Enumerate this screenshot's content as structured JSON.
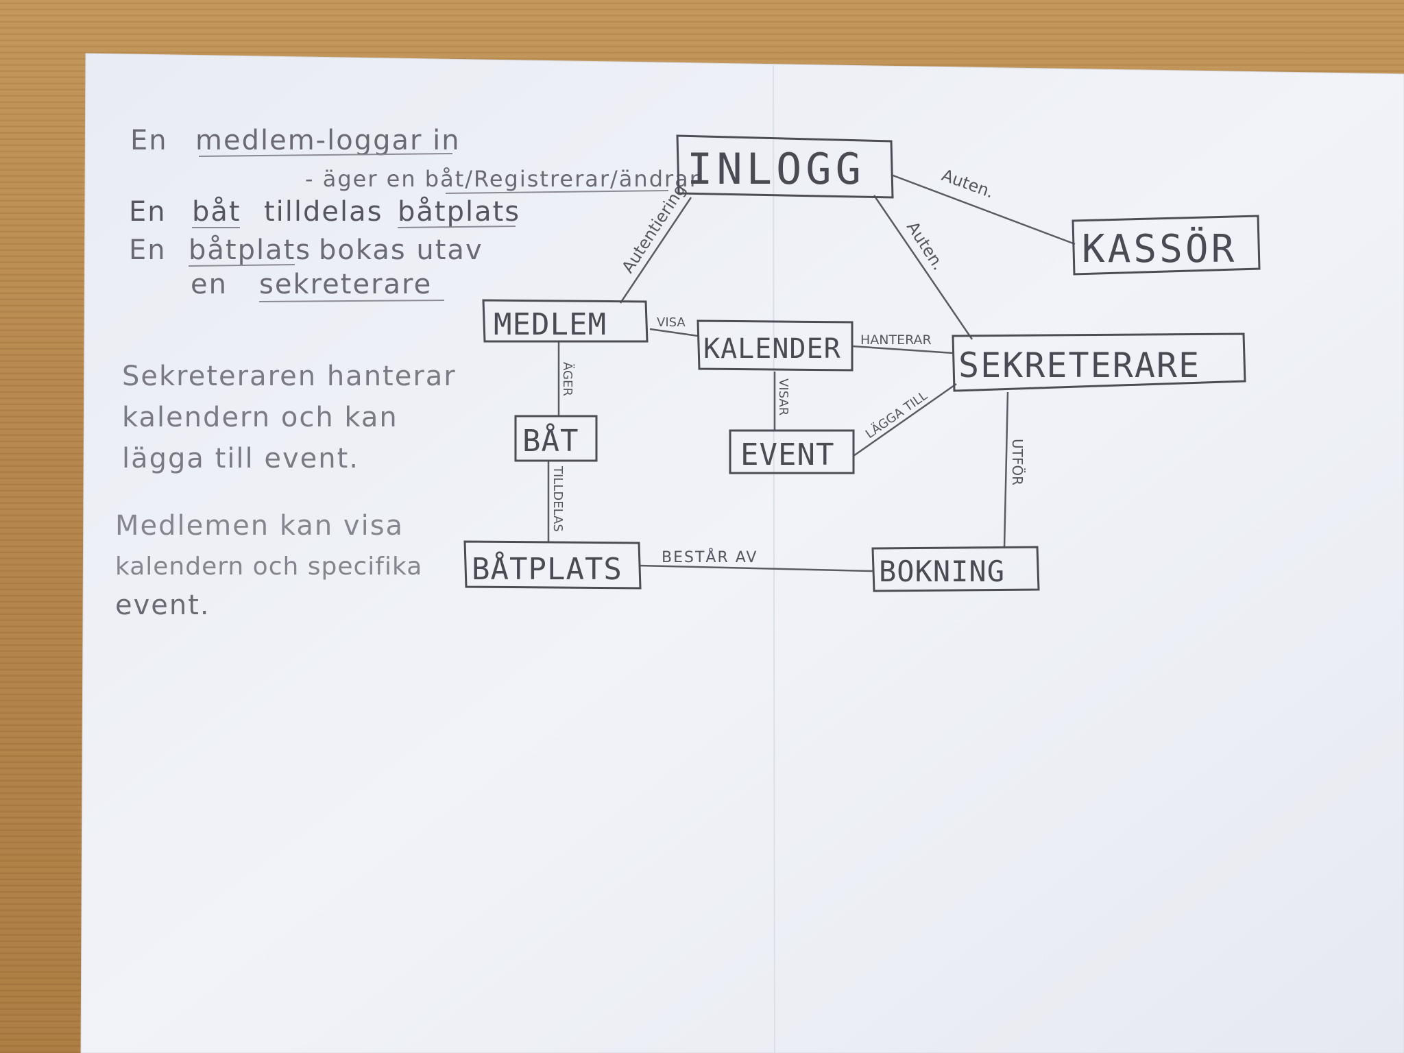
{
  "notes": {
    "line1_prefix": "En",
    "line1_main": "medlem-loggar in",
    "line2": "- äger en båt/Registrerar/ändrar",
    "line3_prefix": "En",
    "line3_word1": "båt",
    "line3_mid": "tilldelas",
    "line3_word2": "båtplats",
    "line4_prefix": "En",
    "line4_word": "båtplats",
    "line4_rest": "bokas utav",
    "line5_prefix": "en",
    "line5_word": "sekreterare",
    "para1": [
      "Sekreteraren hanterar",
      "kalendern och kan",
      "lägga till event."
    ],
    "para2": [
      "Medlemen kan visa",
      "kalendern och specifika",
      "event."
    ]
  },
  "entities": {
    "inlogg": "INLOGG",
    "kassor": "KASSÖR",
    "medlem": "MEDLEM",
    "kalender": "KALENDER",
    "sekreterare": "SEKRETERARE",
    "bat": "BÅT",
    "event": "EVENT",
    "batplats": "BÅTPLATS",
    "bokning": "BOKNING"
  },
  "relations": {
    "medlem_inlogg": "Autentiering",
    "inlogg_kassor": "Auten.",
    "inlogg_sekreterare": "Auten.",
    "medlem_kalender": "VISA",
    "kalender_sekreterare": "HANTERAR",
    "medlem_bat": "ÄGER",
    "kalender_event": "VISAR",
    "event_sekreterare": "LÄGGA TILL",
    "bat_batplats": "TILLDELAS",
    "sekreterare_bokning": "UTFÖR",
    "batplats_bokning": "BESTÅR AV"
  },
  "colors": {
    "desk": "#b98a4e",
    "paper": "#eef0f6",
    "pencil": "#4c4c54"
  }
}
